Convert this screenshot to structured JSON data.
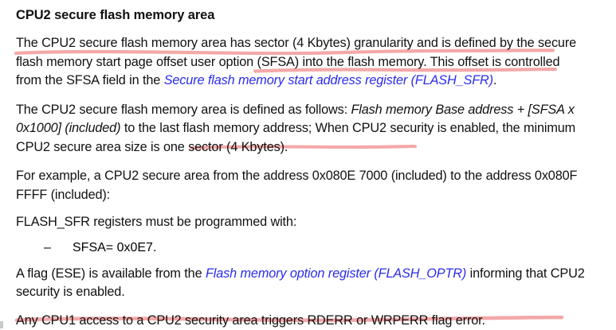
{
  "document": {
    "heading": "CPU2 secure flash memory area",
    "paragraphs": [
      {
        "id": "p1",
        "runs": [
          {
            "text": "The CPU2 secure flash memory area has sector (4 Kbytes) granularity and is defined by the secure flash memory start page offset user option (SFSA) into the flash memory. This offset is controlled from the SFSA field in the ",
            "style": "normal"
          },
          {
            "text": "Secure flash memory start address register (FLASH_SFR)",
            "style": "link-italic"
          },
          {
            "text": ".",
            "style": "normal"
          }
        ]
      },
      {
        "id": "p2",
        "runs": [
          {
            "text": "The CPU2 secure flash memory area is defined as follows: ",
            "style": "normal"
          },
          {
            "text": "Flash memory Base address + [SFSA x 0x1000] (included)",
            "style": "italic"
          },
          {
            "text": " to the last flash memory address; When CPU2 security is enabled, the minimum CPU2 secure area size is one sector (4 Kbytes).",
            "style": "normal"
          }
        ]
      },
      {
        "id": "p3",
        "runs": [
          {
            "text": "For example, a CPU2 secure area from the address 0x080E 7000 (included) to the address 0x080F FFFF (included):",
            "style": "normal"
          }
        ]
      },
      {
        "id": "p4-indent",
        "runs": [
          {
            "text": "FLASH_SFR registers must be programmed with:",
            "style": "normal"
          }
        ]
      },
      {
        "id": "p5-dash",
        "dash": "–",
        "runs": [
          {
            "text": "SFSA= 0x0E7.",
            "style": "normal"
          }
        ]
      },
      {
        "id": "p6",
        "runs": [
          {
            "text": "A flag (ESE) is available from the ",
            "style": "normal"
          },
          {
            "text": "Flash memory option register (FLASH_OPTR)",
            "style": "link-italic"
          },
          {
            "text": " informing that CPU2 security is enabled.",
            "style": "normal"
          }
        ]
      },
      {
        "id": "p7",
        "runs": [
          {
            "text": "Any CPU1 access to a CPU2 security area triggers RDERR or WRPERR flag error.",
            "style": "normal"
          }
        ]
      }
    ],
    "text_blocks": {
      "heading": "CPU2 secure flash memory area",
      "p1_a": "The CPU2 secure flash memory area has sector (4 Kbytes) granularity and is defined by the secure flash memory start page offset user option (SFSA) into the flash memory. This offset is controlled from the SFSA field in the ",
      "p1_link": "Secure flash memory start address register (FLASH_SFR)",
      "p1_b": ".",
      "p2_a": "The CPU2 secure flash memory area is defined as follows: ",
      "p2_italic": "Flash memory Base address + [SFSA x 0x1000] (included)",
      "p2_b": " to the last flash memory address; When CPU2 security is enabled, the minimum CPU2 secure area size is one sector (4 Kbytes).",
      "p3": "For example, a CPU2 secure area from the address 0x080E 7000 (included) to the address 0x080F FFFF (included):",
      "p4": "FLASH_SFR registers must be programmed with:",
      "p5_dash": "–",
      "p5_text": "SFSA= 0x0E7.",
      "p6_a": "A flag (ESE) is available from the ",
      "p6_link": "Flash memory option register (FLASH_OPTR)",
      "p6_b": " informing that CPU2 security is enabled.",
      "p7": "Any CPU1 access to a CPU2 security area triggers RDERR or WRPERR flag error."
    }
  },
  "annotations": {
    "highlight_color": "#f3a3a3",
    "link_color": "#2b2bec",
    "text_color": "#111111",
    "background_color": "#ffffff",
    "marks": [
      {
        "name": "underline-line1",
        "label": "underline under first line of paragraph 1"
      },
      {
        "name": "underline-line2",
        "label": "underline under 'user option (SFSA) into the flash memory'"
      },
      {
        "name": "underline-line-sfsa",
        "label": "underline under 'to the last flash memory address'"
      },
      {
        "name": "underline-last-line",
        "label": "underline under final CPU1 access sentence"
      }
    ]
  }
}
